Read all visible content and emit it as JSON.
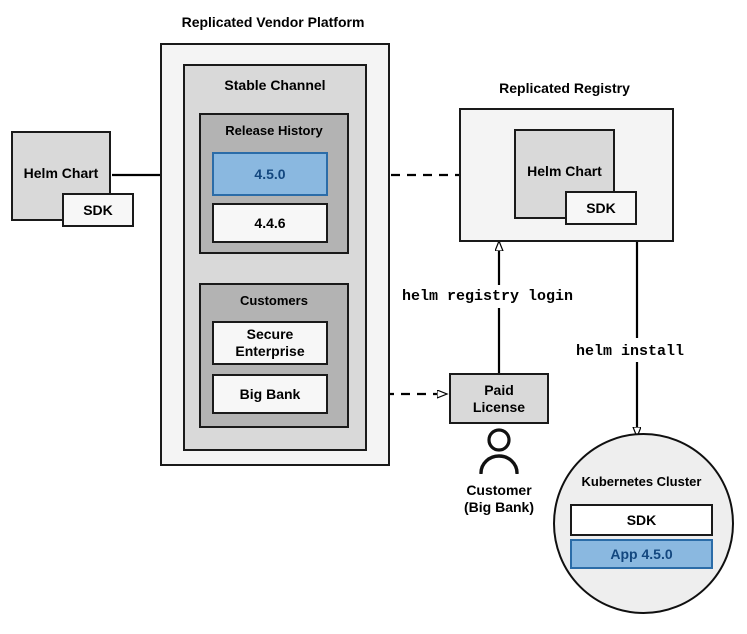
{
  "diagram": {
    "title_vendor_platform": "Replicated Vendor Platform",
    "title_registry": "Replicated Registry"
  },
  "vendor_platform": {
    "stable_channel": {
      "label": "Stable Channel",
      "release_history": {
        "label": "Release History",
        "releases": [
          {
            "version": "4.5.0",
            "highlighted": true
          },
          {
            "version": "4.4.6",
            "highlighted": false
          }
        ]
      },
      "customers": {
        "label": "Customers",
        "items": [
          {
            "name": "Secure\nEnterprise",
            "line1": "Secure",
            "line2": "Enterprise"
          },
          {
            "name": "Big Bank",
            "line1": "Big Bank",
            "line2": ""
          }
        ]
      }
    }
  },
  "source_chart": {
    "label": "Helm Chart",
    "sub_label": "SDK"
  },
  "registry": {
    "chart_label": "Helm Chart",
    "chart_sub_label": "SDK"
  },
  "license": {
    "line1": "Paid",
    "line2": "License"
  },
  "customer_actor": {
    "icon": "person-icon",
    "line1": "Customer",
    "line2": "(Big Bank)"
  },
  "cluster": {
    "label": "Kubernetes Cluster",
    "components": [
      {
        "label": "SDK",
        "highlighted": false
      },
      {
        "label": "App 4.5.0",
        "highlighted": true
      }
    ]
  },
  "commands": {
    "registry_login": "helm registry login",
    "install": "helm install"
  },
  "colors": {
    "accent_blue_fill": "#8ab8e0",
    "accent_blue_border": "#2b6ca8",
    "accent_blue_text": "#13477f",
    "shell_outer": "#f4f4f4",
    "shell_mid": "#d9d9d9",
    "shell_inner": "#b3b3b3",
    "stroke": "#1a1a1a"
  }
}
